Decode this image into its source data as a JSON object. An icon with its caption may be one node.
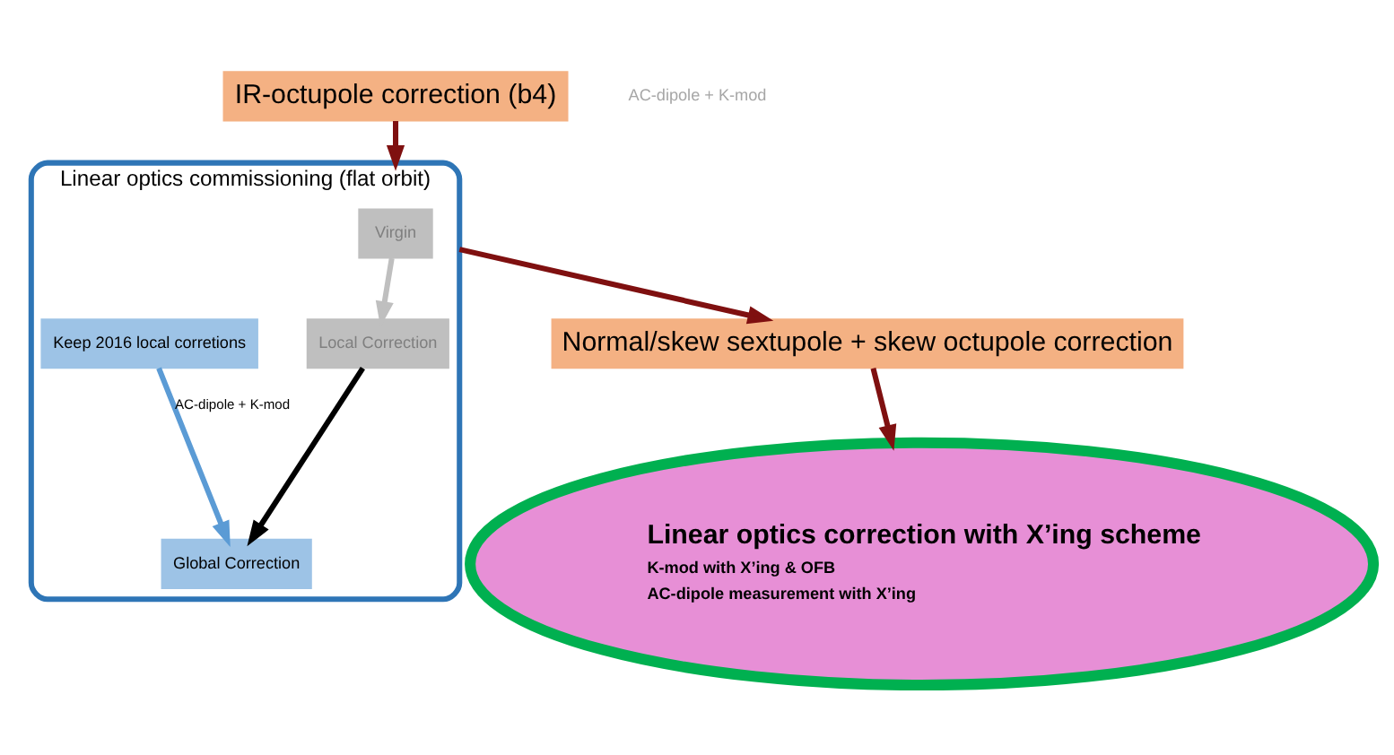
{
  "diagram": {
    "nodes": [
      {
        "text": [
          "IR-octupole correction (b4)"
        ]
      },
      {
        "text": [
          "Linear optics commissioning (flat orbit)"
        ]
      },
      {
        "text": [
          "Virgin"
        ],
        "in": 1
      },
      {
        "text": [
          "Local Correction"
        ],
        "in": 1
      },
      {
        "text": [
          "Global Correction"
        ],
        "in": 1
      },
      {
        "text": [
          "Keep 2016 local corretions"
        ],
        "in": 1
      },
      {
        "text": [
          "Normal/skew sextupole + skew octupole correction"
        ]
      },
      {
        "text": [
          "Linear optics correction with X’ing scheme",
          "K-mod with X’ing & OFB",
          "AC-dipole measurement with X’ing"
        ]
      }
    ],
    "edges": [
      {
        "from": 0,
        "to": 1,
        "arrow": "to"
      },
      {
        "from": 2,
        "to": 3,
        "arrow": "to",
        "color": "#bfbfbf"
      },
      {
        "from": 3,
        "to": 4,
        "arrow": "to",
        "color": "#000000"
      },
      {
        "from": 5,
        "to": 4,
        "arrow": "to",
        "label": "AC-dipole + K-mod",
        "color": "#5b9bd5"
      },
      {
        "from": 1,
        "to": 6,
        "arrow": "to"
      },
      {
        "from": 6,
        "to": 7,
        "arrow": "to"
      }
    ],
    "labels": [
      "AC-dipole + K-mod"
    ]
  }
}
